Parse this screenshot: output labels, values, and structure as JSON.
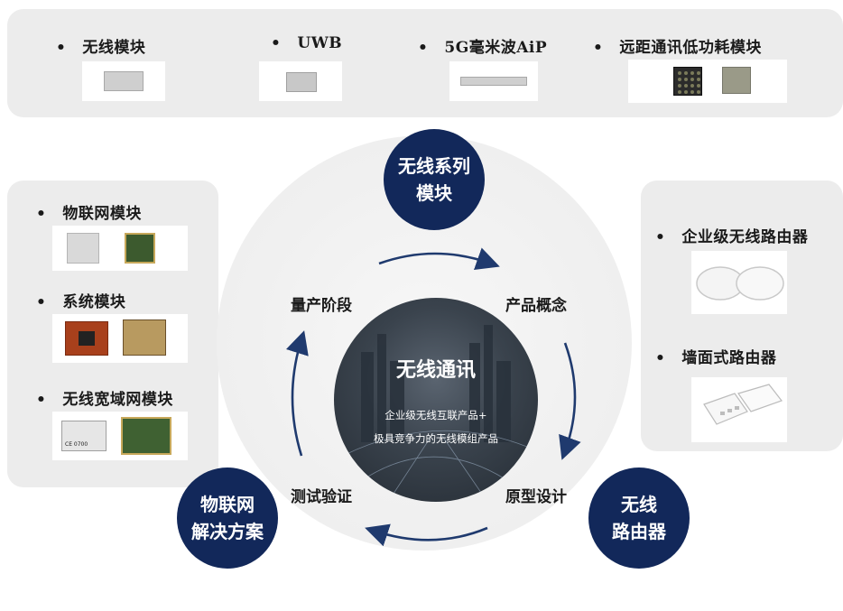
{
  "top_row": {
    "items": [
      {
        "label": "无线模块"
      },
      {
        "label": "UWB"
      },
      {
        "label": "5G毫米波AiP"
      },
      {
        "label": "远距通讯低功耗模块"
      }
    ]
  },
  "left_panel": {
    "items": [
      {
        "label": "物联网模块"
      },
      {
        "label": "系统模块"
      },
      {
        "label": "无线宽域网模块"
      }
    ]
  },
  "right_panel": {
    "items": [
      {
        "label": "企业级无线路由器"
      },
      {
        "label": "墙面式路由器"
      }
    ]
  },
  "center": {
    "title": "无线通讯",
    "line1": "企业级无线互联产品+",
    "line2": "极具竞争力的无线模组产品"
  },
  "cycle_stages": {
    "top_left": "量产阶段",
    "top_right": "产品概念",
    "bottom_right": "原型设计",
    "bottom_left": "测试验证"
  },
  "hubs": {
    "top": {
      "line1": "无线系列",
      "line2": "模块"
    },
    "left": {
      "line1": "物联网",
      "line2": "解决方案"
    },
    "right": {
      "line1": "无线",
      "line2": "路由器"
    }
  },
  "chip_labels": {
    "module_marking": "CE 0700"
  },
  "colors": {
    "navy": "#12285a",
    "panel": "#ececec",
    "arrow": "#1f3a6e"
  }
}
